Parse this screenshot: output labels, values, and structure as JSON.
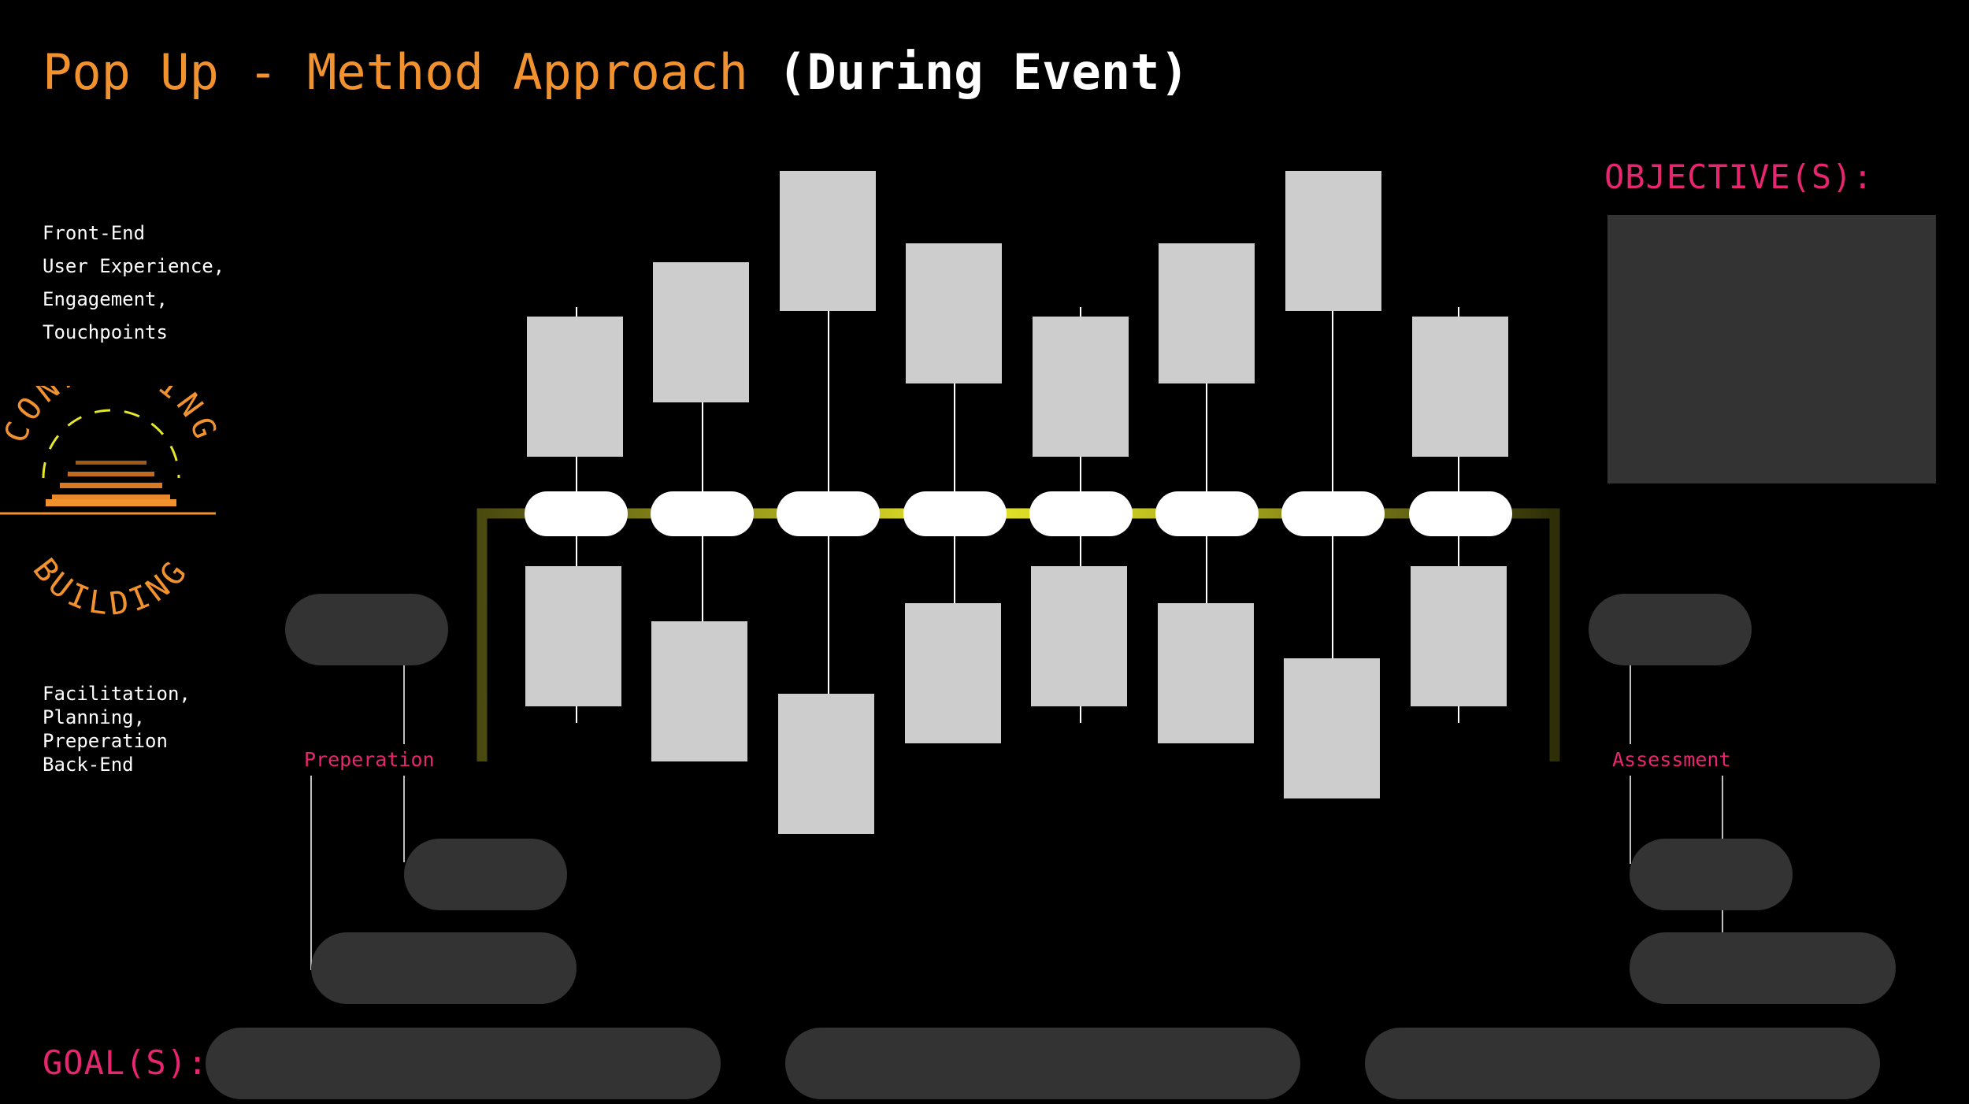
{
  "title": {
    "main": "Pop Up - Method Approach",
    "sub": "(During Event)"
  },
  "front_end": {
    "label": "Front-End",
    "lines": [
      "User Experience,",
      "Engagement,",
      "Touchpoints"
    ]
  },
  "back_end": {
    "lines": [
      "Facilitation,",
      "Planning,",
      "Preperation"
    ],
    "label": "Back-End"
  },
  "logo": {
    "top_text": "CONNECTING",
    "bottom_text": "BUILDING"
  },
  "phases": {
    "start": "Preperation",
    "end": "Assessment"
  },
  "objective": {
    "label": "OBJECTIVE(S):"
  },
  "goal": {
    "label": "GOAL(S):"
  },
  "colors": {
    "accent_orange": "#f2922f",
    "accent_pink": "#e8256f",
    "track_yellow": "#e6e62a",
    "track_dark": "#4a4a10",
    "card_gray": "#cdcdcd",
    "pill_dark": "#333333"
  }
}
